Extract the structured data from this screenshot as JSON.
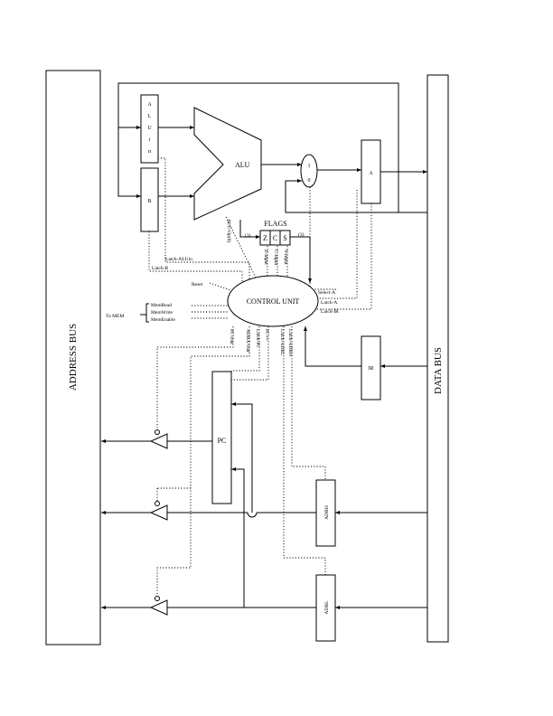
{
  "buses": {
    "address_bus": "ADDRESS BUS",
    "data_bus": "DATA BUS"
  },
  "registers": {
    "alu_in": [
      "A",
      "L",
      "U",
      "i",
      "n"
    ],
    "b": "B",
    "alu": "ALU",
    "mux_top": "1",
    "mux_bottom": "0",
    "a": "A",
    "ir": "IR",
    "pc": "PC",
    "adrh": "ADRH",
    "adrl": "ADRL"
  },
  "flags": {
    "title": "FLAGS",
    "bits": [
      "Z",
      "C",
      "S"
    ],
    "bus_width_left": "(3)",
    "bus_width_right": "(3)"
  },
  "control_unit": "CONTROL UNIT",
  "signals": {
    "alu_op": "ALU-Op(8)",
    "latch_aluin": "Latch-ALUin",
    "latch_b": "Latch-B",
    "reset": "Reset",
    "z_in": "Z-Input",
    "c_in": "C-Input",
    "s_in": "S-Input",
    "select_a": "Select-A",
    "latch_a": "Latch-A",
    "latch_ir": "Latch-IR",
    "to_mem": "To MEM",
    "mem_read": "MemRead",
    "mem_write": "MemWrite",
    "mem_enable": "MemEnable",
    "pc_out": "PC-Out",
    "adrx_out": "ADRX-Out",
    "latch_pc": "Latch-PC",
    "pc_inc": "PC++",
    "latch_adrl": "Latch-ADRL",
    "latch_adrh": "Latch-ADRH"
  }
}
